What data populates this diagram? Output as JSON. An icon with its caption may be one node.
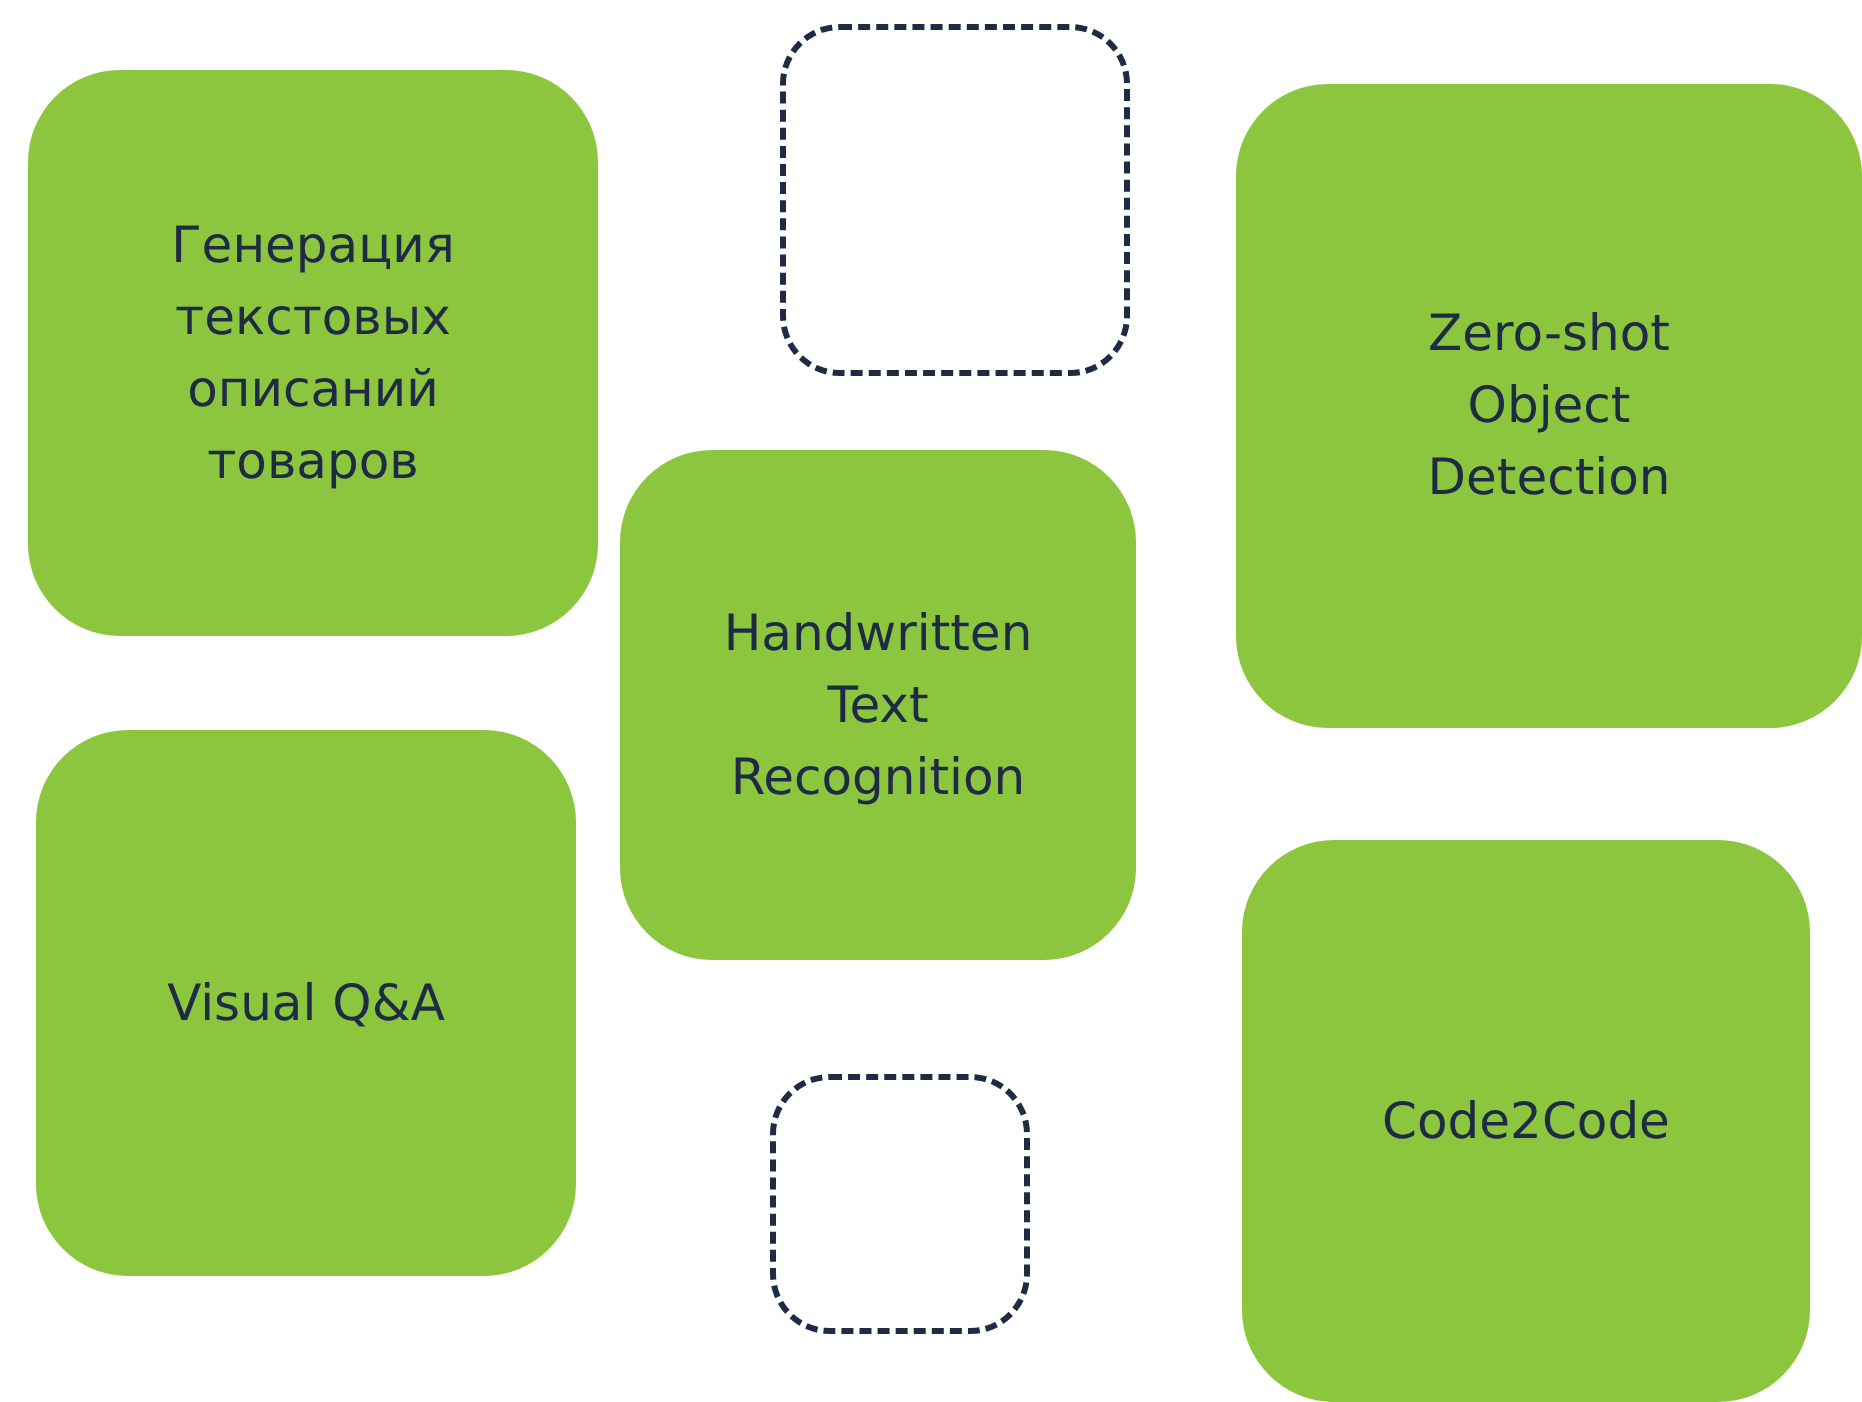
{
  "diagram": {
    "nodes": [
      {
        "text": [
          "Генерация текстовых описаний товаров"
        ]
      },
      {
        "text": [],
        "shape": "box"
      },
      {
        "text": [
          "Zero-shot Object Detection"
        ]
      },
      {
        "text": [
          "Handwritten Text Recognition"
        ]
      },
      {
        "text": [
          "Visual Q&A"
        ]
      },
      {
        "text": [],
        "shape": "box"
      },
      {
        "text": [
          "Code2Code"
        ]
      }
    ],
    "edges": []
  }
}
